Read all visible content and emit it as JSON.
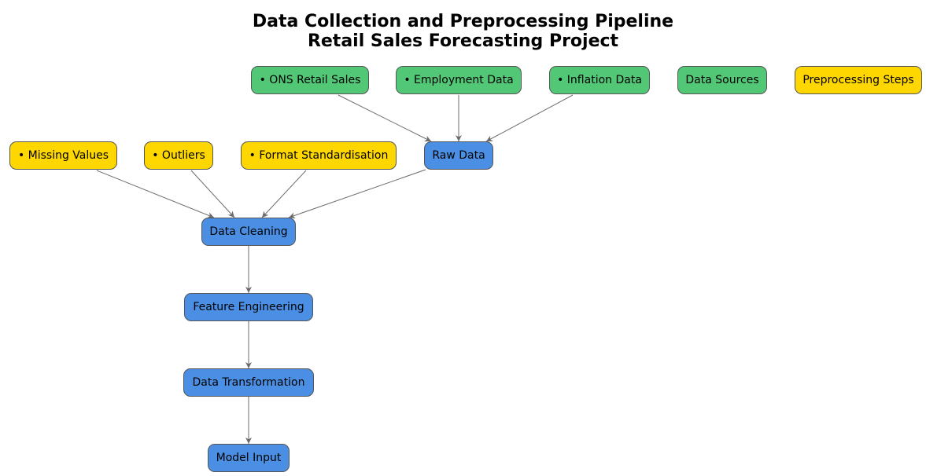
{
  "title": {
    "line1": "Data Collection and Preprocessing Pipeline",
    "line2": "Retail Sales Forecasting Project"
  },
  "nodes": {
    "ons_retail_sales": "• ONS Retail Sales",
    "employment_data": "• Employment Data",
    "inflation_data": "• Inflation Data",
    "data_sources": "Data Sources",
    "preprocessing_steps": "Preprocessing Steps",
    "missing_values": "• Missing Values",
    "outliers": "• Outliers",
    "format_standardisation": "• Format Standardisation",
    "raw_data": "Raw Data",
    "data_cleaning": "Data Cleaning",
    "feature_engineering": "Feature Engineering",
    "data_transformation": "Data Transformation",
    "model_input": "Model Input"
  },
  "colors": {
    "source_fill": "#52c776",
    "step_fill": "#ffd700",
    "process_fill": "#4a8fe3",
    "edge": "#6b6b6b"
  },
  "edges": [
    [
      "ons_retail_sales",
      "raw_data"
    ],
    [
      "employment_data",
      "raw_data"
    ],
    [
      "inflation_data",
      "raw_data"
    ],
    [
      "missing_values",
      "data_cleaning"
    ],
    [
      "outliers",
      "data_cleaning"
    ],
    [
      "format_standardisation",
      "data_cleaning"
    ],
    [
      "raw_data",
      "data_cleaning"
    ],
    [
      "data_cleaning",
      "feature_engineering"
    ],
    [
      "feature_engineering",
      "data_transformation"
    ],
    [
      "data_transformation",
      "model_input"
    ]
  ]
}
